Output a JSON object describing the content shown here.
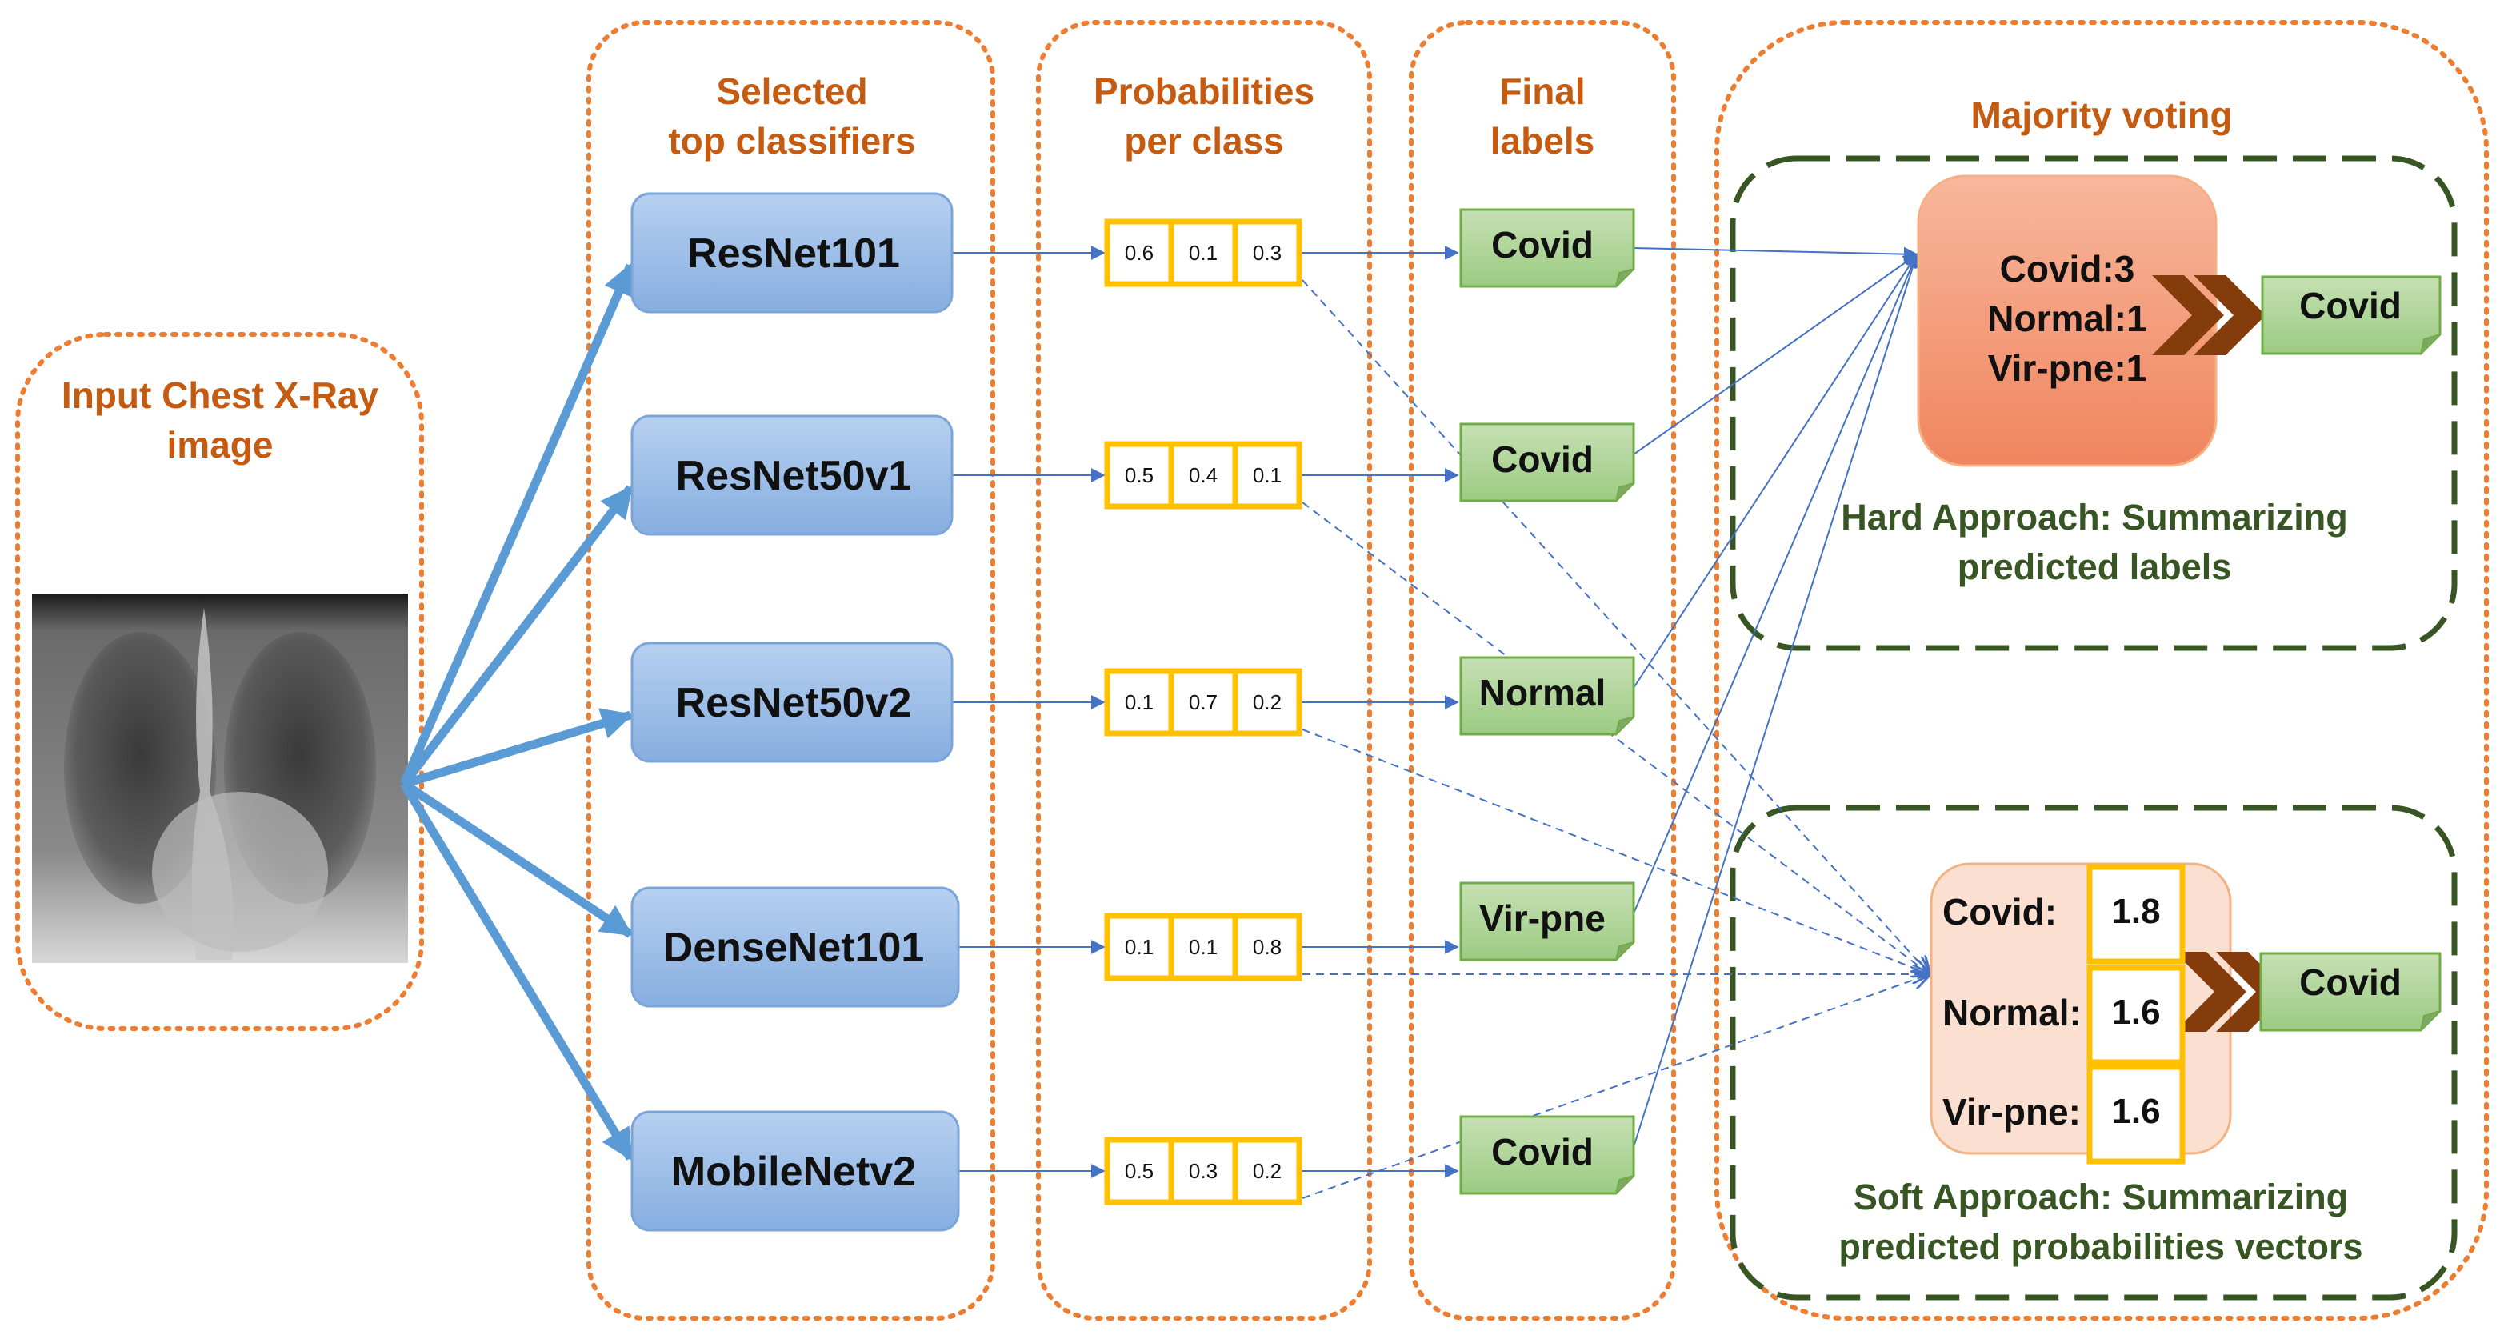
{
  "columns": {
    "input": "Input Chest X-Ray image",
    "classifiers": "Selected top classifiers",
    "probabilities": "Probabilities per class",
    "final": "Final labels",
    "voting": "Majority voting"
  },
  "models": [
    {
      "name": "ResNet101",
      "probs": [
        "0.6",
        "0.1",
        "0.3"
      ],
      "label": "Covid"
    },
    {
      "name": "ResNet50v1",
      "probs": [
        "0.5",
        "0.4",
        "0.1"
      ],
      "label": "Covid"
    },
    {
      "name": "ResNet50v2",
      "probs": [
        "0.1",
        "0.7",
        "0.2"
      ],
      "label": "Normal"
    },
    {
      "name": "DenseNet101",
      "probs": [
        "0.1",
        "0.1",
        "0.8"
      ],
      "label": "Vir-pne"
    },
    {
      "name": "MobileNetv2",
      "probs": [
        "0.5",
        "0.3",
        "0.2"
      ],
      "label": "Covid"
    }
  ],
  "hard": {
    "counts": [
      "Covid:3",
      "Normal:1",
      "Vir-pne:1"
    ],
    "result": "Covid",
    "caption": "Hard Approach: Summarizing predicted labels"
  },
  "soft": {
    "rows": [
      {
        "label": "Covid:",
        "value": "1.8"
      },
      {
        "label": "Normal:",
        "value": "1.6"
      },
      {
        "label": "Vir-pne:",
        "value": "1.6"
      }
    ],
    "result": "Covid",
    "caption": "Soft Approach: Summarizing predicted probabilities vectors"
  },
  "colors": {
    "orange_text": "#C55A11",
    "orange_border": "#ED7D31",
    "blue_box": "#8FB4E3",
    "blue_arrow": "#5B9BD5",
    "yellow_border": "#FFC000",
    "green_box": "#A9D18E",
    "dark_green": "#375623",
    "salmon_box": "#F4B183",
    "brown_chevron": "#843C0C"
  }
}
